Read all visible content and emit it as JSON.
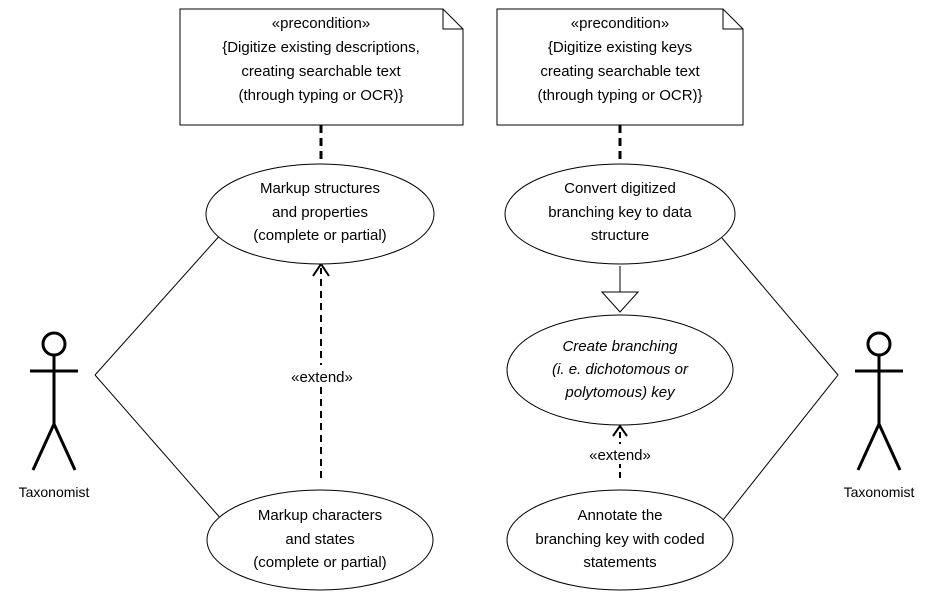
{
  "notes": [
    {
      "id": "left",
      "lines": [
        "«precondition»",
        "{Digitize existing descriptions,",
        "creating searchable text",
        "(through typing or OCR)}"
      ]
    },
    {
      "id": "right",
      "lines": [
        "«precondition»",
        "{Digitize existing keys",
        "creating searchable text",
        "(through typing or OCR)}"
      ]
    }
  ],
  "use_cases": [
    {
      "id": "markup-structures",
      "lines": [
        "Markup structures",
        "and properties",
        "(complete or partial)"
      ],
      "italic": false
    },
    {
      "id": "markup-characters",
      "lines": [
        "Markup characters",
        "and states",
        "(complete or partial)"
      ],
      "italic": false
    },
    {
      "id": "convert-key",
      "lines": [
        "Convert digitized",
        "branching key to data",
        "structure"
      ],
      "italic": false
    },
    {
      "id": "create-branching",
      "lines": [
        "Create branching",
        "(i. e. dichotomous or",
        "polytomous) key"
      ],
      "italic": true
    },
    {
      "id": "annotate-key",
      "lines": [
        "Annotate the",
        "branching key with coded",
        "statements"
      ],
      "italic": false
    }
  ],
  "actors": [
    {
      "id": "left",
      "label": "Taxonomist"
    },
    {
      "id": "right",
      "label": "Taxonomist"
    }
  ],
  "extend_labels": {
    "left": "«extend»",
    "right": "«extend»"
  }
}
